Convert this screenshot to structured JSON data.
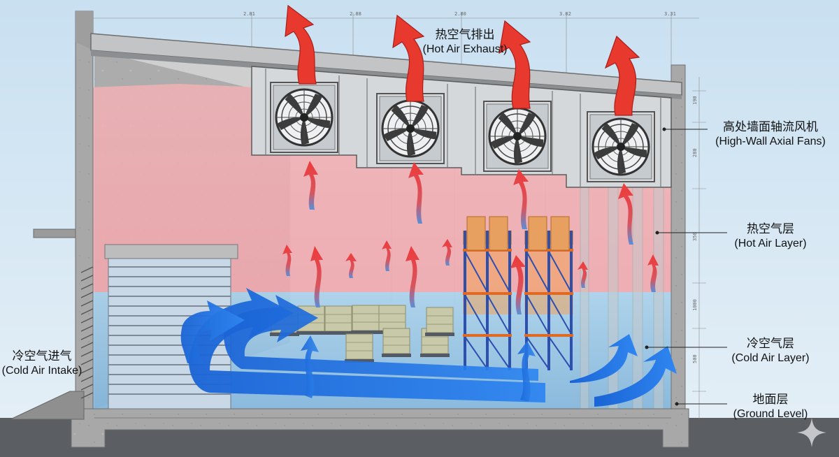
{
  "labels": {
    "hot_air_exhaust": {
      "zh": "热空气排出",
      "en": "(Hot Air Exhaust)"
    },
    "high_wall_axial_fans": {
      "zh": "高处墙面轴流风机",
      "en": "(High-Wall Axial Fans)"
    },
    "hot_air_layer": {
      "zh": "热空气层",
      "en": "(Hot Air Layer)"
    },
    "cold_air_layer": {
      "zh": "冷空气层",
      "en": "(Cold Air Layer)"
    },
    "ground_level": {
      "zh": "地面层",
      "en": "(Ground Level)"
    },
    "cold_air_intake": {
      "zh": "冷空气进气",
      "en": "(Cold Air Intake)"
    }
  },
  "dimensions": {
    "top": [
      "2.81",
      "2.88",
      "2.80",
      "3.02",
      "3.31"
    ],
    "right": [
      "190",
      "280",
      "350",
      "1000",
      "500"
    ]
  },
  "colors": {
    "hot_air": "#e84444",
    "cold_air": "#1f6fe0",
    "hot_layer": "#f2a2a8",
    "cold_layer": "#8fc3ea",
    "concrete": "#a9a9a9",
    "steel_frame": "#cfd4d8",
    "rack_blue": "#2e55b8",
    "rack_orange": "#e07a2e"
  },
  "icons": [
    "fan-icon",
    "hot-air-arrow-icon",
    "cold-air-arrow-icon",
    "sparkle-icon"
  ]
}
